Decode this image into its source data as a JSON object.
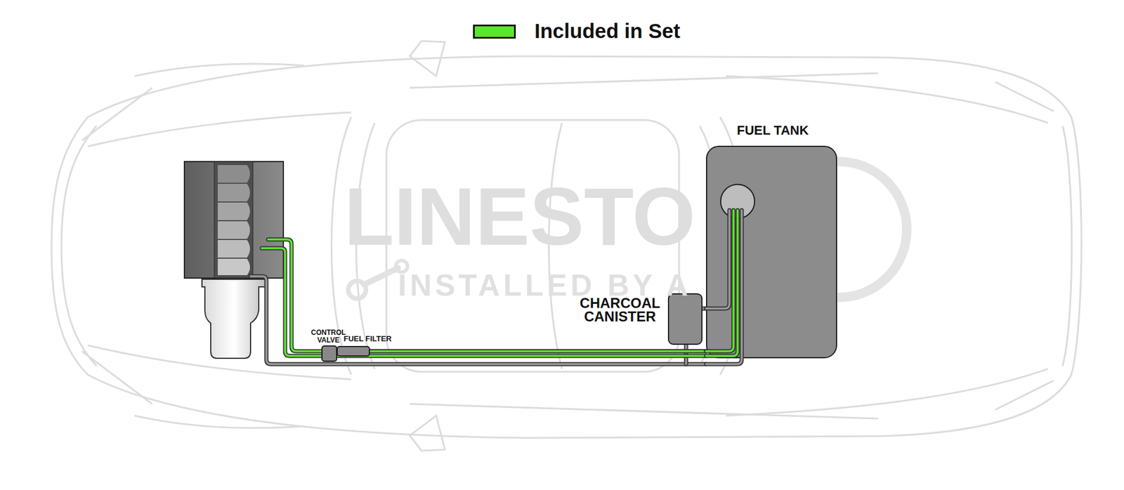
{
  "diagram": {
    "nodes": [
      {
        "text": [
          "FUEL TANK"
        ]
      },
      {
        "text": [
          "CHARCOAL CANISTER"
        ]
      },
      {
        "text": [
          "CONTROL VALVE"
        ]
      },
      {
        "text": [
          "FUEL FILTER"
        ]
      }
    ],
    "edges": [
      {
        "from": 3,
        "to": 0,
        "arrow": "none"
      },
      {
        "from": 1,
        "to": 0,
        "arrow": "none"
      }
    ],
    "labels": [
      "LINESTO",
      "INSTALLED BY A"
    ],
    "legend": [
      {
        "text": "Included in Set",
        "color": "#5ce62d"
      }
    ]
  }
}
